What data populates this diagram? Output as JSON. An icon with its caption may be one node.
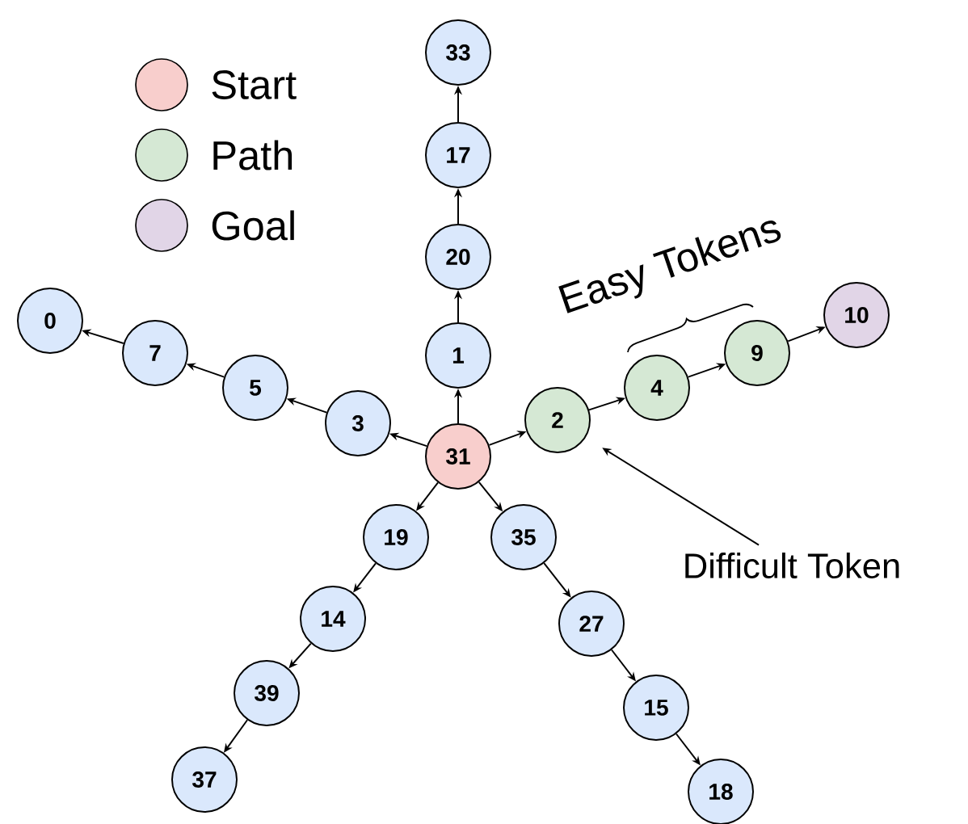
{
  "diagram": {
    "nodes": [
      {
        "text": [
          "33"
        ]
      },
      {
        "text": [
          "17"
        ]
      },
      {
        "text": [
          "20"
        ]
      },
      {
        "text": [
          "10"
        ]
      },
      {
        "text": [
          "0"
        ]
      },
      {
        "text": [
          "7"
        ]
      },
      {
        "text": [
          "9"
        ]
      },
      {
        "text": [
          "1"
        ]
      },
      {
        "text": [
          "4"
        ]
      },
      {
        "text": [
          "5"
        ]
      },
      {
        "text": [
          "3"
        ]
      },
      {
        "text": [
          "2"
        ]
      },
      {
        "text": [
          "31"
        ]
      },
      {
        "text": [
          "19"
        ]
      },
      {
        "text": [
          "35"
        ]
      },
      {
        "text": [
          "Difficult Token"
        ]
      },
      {
        "text": [
          "14"
        ]
      },
      {
        "text": [
          "27"
        ]
      },
      {
        "text": [
          "39"
        ]
      },
      {
        "text": [
          "15"
        ]
      },
      {
        "text": [
          "37"
        ]
      },
      {
        "text": [
          "18"
        ]
      }
    ],
    "edges": [
      {
        "from": 12,
        "to": 7,
        "arrow": "to"
      },
      {
        "from": 7,
        "to": 2,
        "arrow": "to"
      },
      {
        "from": 2,
        "to": 1,
        "arrow": "to"
      },
      {
        "from": 1,
        "to": 0,
        "arrow": "to"
      },
      {
        "from": 12,
        "to": 10,
        "arrow": "to"
      },
      {
        "from": 10,
        "to": 9,
        "arrow": "to"
      },
      {
        "from": 9,
        "to": 5,
        "arrow": "to"
      },
      {
        "from": 5,
        "to": 4,
        "arrow": "to"
      },
      {
        "from": 12,
        "to": 11,
        "arrow": "to"
      },
      {
        "from": 11,
        "to": 8,
        "arrow": "to"
      },
      {
        "from": 8,
        "to": 6,
        "arrow": "to"
      },
      {
        "from": 6,
        "to": 3,
        "arrow": "to"
      },
      {
        "from": 12,
        "to": 13,
        "arrow": "to"
      },
      {
        "from": 13,
        "to": 16,
        "arrow": "to"
      },
      {
        "from": 16,
        "to": 18,
        "arrow": "to"
      },
      {
        "from": 18,
        "to": 20,
        "arrow": "to"
      },
      {
        "from": 12,
        "to": 14,
        "arrow": "to"
      },
      {
        "from": 14,
        "to": 17,
        "arrow": "to"
      },
      {
        "from": 17,
        "to": 19,
        "arrow": "to"
      },
      {
        "from": 19,
        "to": 21,
        "arrow": "to"
      },
      {
        "from": 15,
        "to": 11,
        "arrow": "to"
      }
    ],
    "labels": [
      "Easy Tokens"
    ],
    "legend": [
      {
        "text": "Start",
        "color": "#f8cecc"
      },
      {
        "text": "Path",
        "color": "#d5e8d4"
      },
      {
        "text": "Goal",
        "color": "#e1d5e7"
      }
    ]
  }
}
